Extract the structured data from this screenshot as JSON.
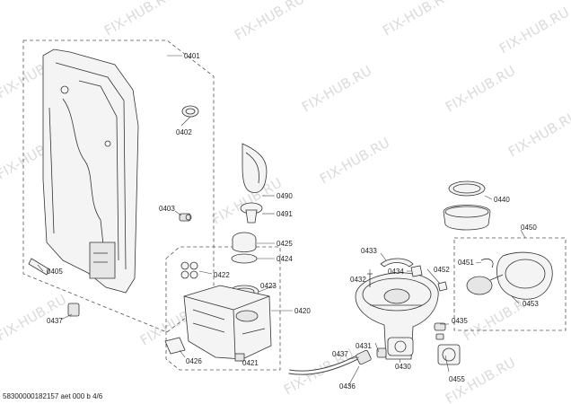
{
  "watermark": "FIX-HUB.RU",
  "footer": "58300000182157 aet 000 b 4/6",
  "labels": {
    "p0401": "0401",
    "p0402": "0402",
    "p0403": "0403",
    "p0405": "0405",
    "p0420": "0420",
    "p0421": "0421",
    "p0422": "0422",
    "p0423": "0423",
    "p0424": "0424",
    "p0425": "0425",
    "p0426": "0426",
    "p0430": "0430",
    "p0431": "0431",
    "p0432": "0432",
    "p0433": "0433",
    "p0434": "0434",
    "p0435": "0435",
    "p0436": "0436",
    "p0437a": "0437",
    "p0437b": "0437",
    "p0440": "0440",
    "p0450": "0450",
    "p0451": "0451",
    "p0452": "0452",
    "p0453": "0453",
    "p0455": "0455",
    "p0490": "0490",
    "p0491": "0491"
  },
  "colors": {
    "line": "#333333",
    "watermark": "#c8c8c8",
    "fill": "#f4f4f4"
  }
}
